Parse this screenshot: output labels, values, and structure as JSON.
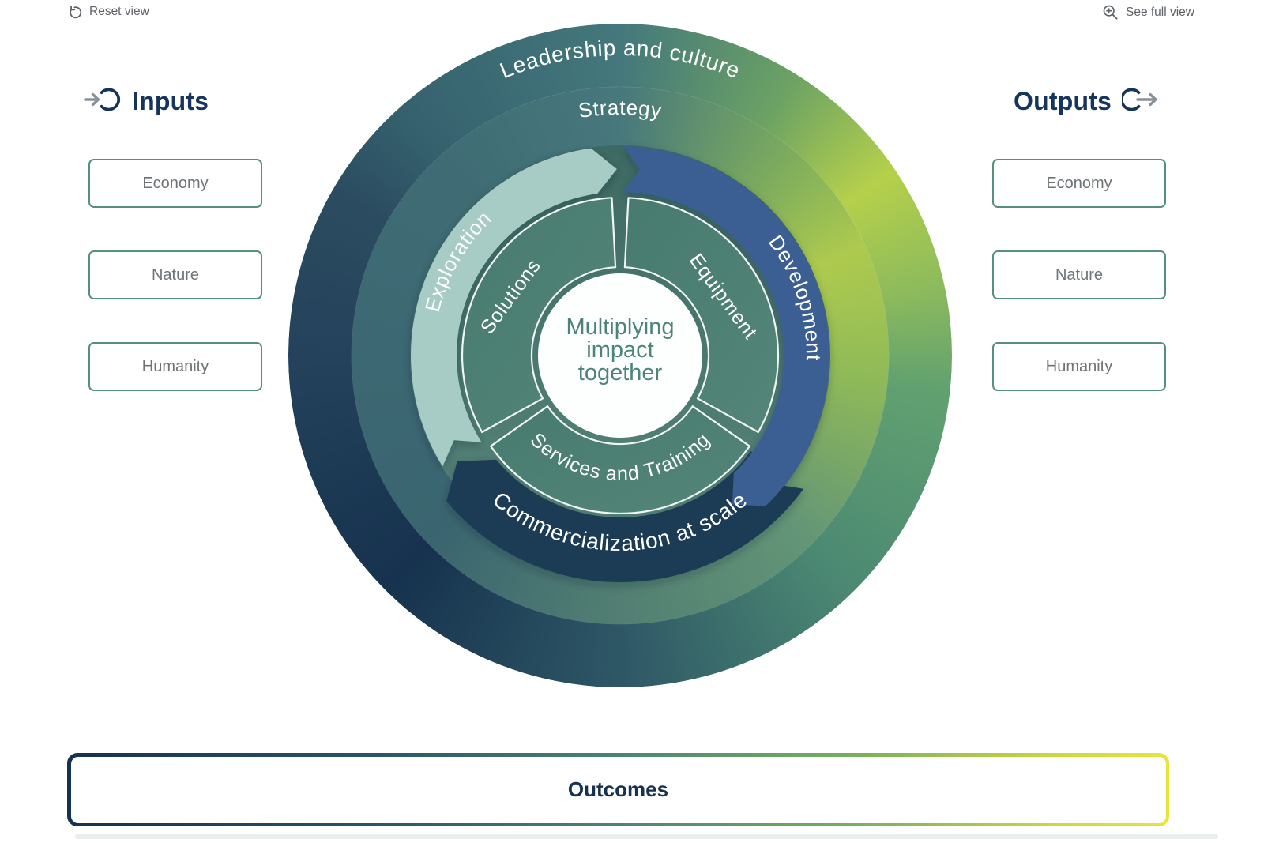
{
  "toolbar": {
    "reset": "Reset view",
    "full_view": "See full view"
  },
  "inputs": {
    "title": "Inputs",
    "items": [
      "Economy",
      "Nature",
      "Humanity"
    ]
  },
  "outputs": {
    "title": "Outputs",
    "items": [
      "Economy",
      "Nature",
      "Humanity"
    ]
  },
  "wheel": {
    "outer_ring_label": "Leadership and culture",
    "middle_ring_label": "Strategy",
    "arrows": {
      "exploration": "Exploration",
      "development": "Development",
      "commercialization": "Commercialization at scale"
    },
    "segments": {
      "left": "Solutions",
      "right": "Equipment",
      "bottom": "Services and Training"
    },
    "center": {
      "line1": "Multiplying",
      "line2": "impact",
      "line3": "together"
    }
  },
  "outcomes": {
    "label": "Outcomes"
  },
  "colors": {
    "heading_navy": "#16355c",
    "box_border_teal": "#55907f",
    "exploration_arrow": "#a7ccc5",
    "development_arrow": "#3a5f92",
    "commercialization_band": "#1e3a55",
    "segment_teal": "#4d8175",
    "outer_ring_dark": "#16324e",
    "outer_ring_bright": "#b5d04b",
    "outcomes_gradient_end": "#e8e43c"
  }
}
